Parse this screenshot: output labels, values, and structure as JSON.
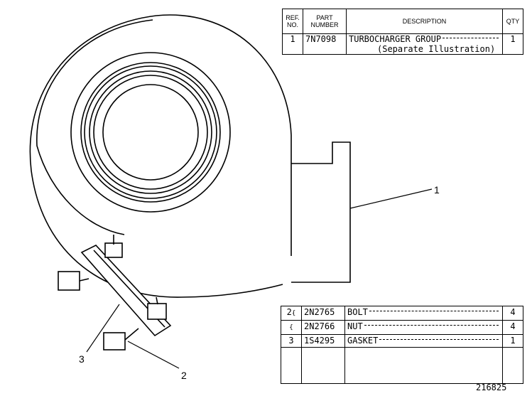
{
  "header": {
    "ref_no": "REF. NO.",
    "part_number": "PART NUMBER",
    "description": "DESCRIPTION",
    "qty": "QTY"
  },
  "main_part": {
    "ref": "1",
    "part": "7N7098",
    "description": "TURBOCHARGER GROUP",
    "note": "(Separate Illustration)",
    "qty": "1"
  },
  "hardware": [
    {
      "ref": "2",
      "part": "2N2765",
      "description": "BOLT",
      "qty": "4"
    },
    {
      "ref": "",
      "part": "2N2766",
      "description": "NUT",
      "qty": "4"
    },
    {
      "ref": "3",
      "part": "1S4295",
      "description": "GASKET",
      "qty": "1"
    }
  ],
  "callouts": {
    "one": "1",
    "two": "2",
    "three": "3"
  },
  "drawing_number": "216825"
}
